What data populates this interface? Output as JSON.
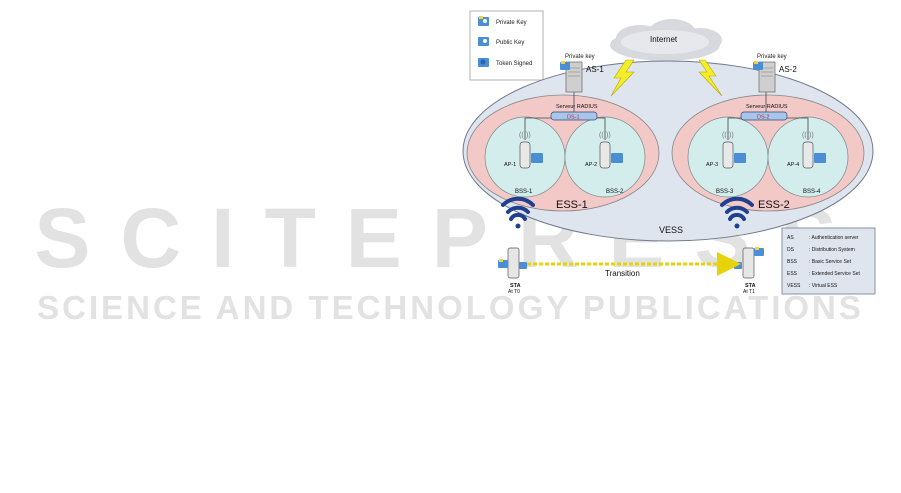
{
  "watermark": {
    "big": "SCITEPRESS",
    "small": "SCIENCE AND TECHNOLOGY PUBLICATIONS"
  },
  "legend_keys": [
    {
      "label": "Private Key",
      "icon": "private-key-icon"
    },
    {
      "label": "Public Key",
      "icon": "public-key-icon"
    },
    {
      "label": "Token Signed",
      "icon": "token-signed-icon"
    }
  ],
  "internet_label": "Internet",
  "servers": [
    {
      "name": "AS-1",
      "key_label": "Private key",
      "radius_label": "Serveur RADIUS",
      "ds_label": "DS-1"
    },
    {
      "name": "AS-2",
      "key_label": "Private key",
      "radius_label": "Serveur RADIUS",
      "ds_label": "DS-2"
    }
  ],
  "ess": [
    {
      "name": "ESS-1"
    },
    {
      "name": "ESS-2"
    }
  ],
  "vess_label": "VESS",
  "bss": [
    {
      "name": "BSS-1",
      "ap": "AP-1"
    },
    {
      "name": "BSS-2",
      "ap": "AP-2"
    },
    {
      "name": "BSS-3",
      "ap": "AP-3"
    },
    {
      "name": "BSS-4",
      "ap": "AP-4"
    }
  ],
  "stations": [
    {
      "name": "STA",
      "time": "At T0"
    },
    {
      "name": "STA",
      "time": "At T1"
    }
  ],
  "transition_label": "Transition",
  "abbreviations": [
    {
      "abbr": "AS",
      "meaning": ": Authentication server"
    },
    {
      "abbr": "DS",
      "meaning": ": Distribution System"
    },
    {
      "abbr": "BSS",
      "meaning": ": Basic Service Set"
    },
    {
      "abbr": "ESS",
      "meaning": ": Extended Service Set"
    },
    {
      "abbr": "VESS",
      "meaning": ": Virtual ESS"
    }
  ],
  "colors": {
    "vess_fill": "#dfe5ef",
    "ess_fill": "#f2c9c7",
    "bss_fill": "#d3ecec",
    "key_blue": "#4a8fd6",
    "signal_blue": "#1f3f8f",
    "bolt_yellow": "#f4ee2a",
    "transition": "#e6d30a"
  }
}
